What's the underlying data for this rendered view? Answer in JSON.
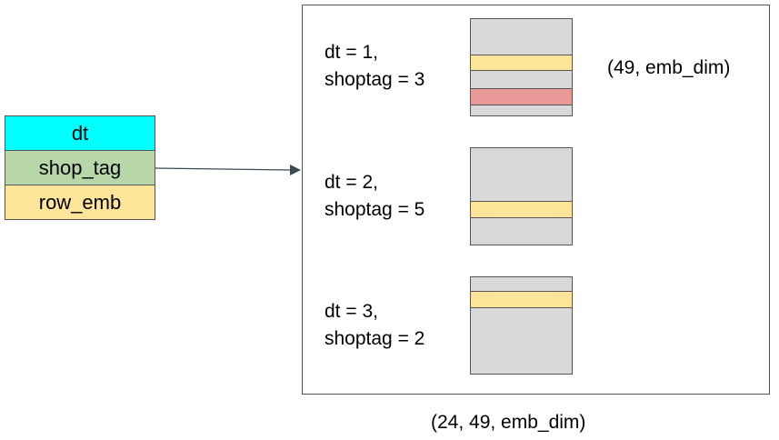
{
  "colors": {
    "dt": "#00ffff",
    "shop_tag": "#b7d7a8",
    "row_emb": "#ffe599",
    "matrix_bg": "#d9d9d9",
    "highlight_row": "#ffe599",
    "highlight_alt": "#ea9999",
    "border": "#555555",
    "arrow": "#3a4a55"
  },
  "schema": {
    "fields": [
      {
        "label": "dt",
        "color_key": "dt"
      },
      {
        "label": "shop_tag",
        "color_key": "shop_tag"
      },
      {
        "label": "row_emb",
        "color_key": "row_emb"
      }
    ]
  },
  "groups": [
    {
      "line1": "dt = 1,",
      "line2": "shoptag = 3",
      "rows": [
        "highlight_row",
        "highlight_alt"
      ]
    },
    {
      "line1": "dt = 2,",
      "line2": "shoptag = 5",
      "rows": [
        "highlight_row"
      ]
    },
    {
      "line1": "dt = 3,",
      "line2": "shoptag = 2",
      "rows": [
        "highlight_row"
      ]
    }
  ],
  "matrix_shape": "(49, emb_dim)",
  "tensor_shape": "(24, 49, emb_dim)"
}
